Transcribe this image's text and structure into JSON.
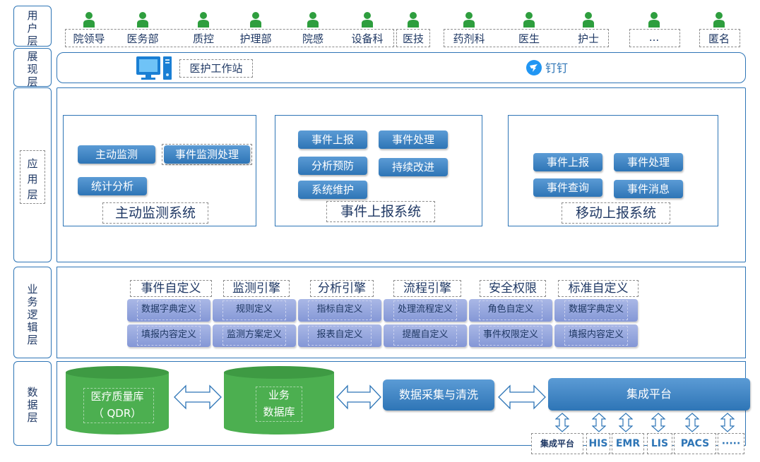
{
  "layers": {
    "user": [
      "用",
      "户",
      "层"
    ],
    "display": [
      "展",
      "现",
      "层"
    ],
    "application": [
      "应",
      "用",
      "层"
    ],
    "business": [
      "业",
      "务",
      "逻",
      "辑",
      "层"
    ],
    "data": [
      "数",
      "据",
      "层"
    ]
  },
  "users": [
    "院领导",
    "医务部",
    "质控",
    "护理部",
    "院感",
    "设备科",
    "医技",
    "药剂科",
    "医生",
    "护士",
    "...",
    "匿名"
  ],
  "display": {
    "workstation": "医护工作站",
    "dingtalk": "钉钉"
  },
  "applications": [
    {
      "name": "主动监测系统",
      "functions": [
        "主动监测",
        "事件监测处理",
        "统计分析"
      ]
    },
    {
      "name": "事件上报系统",
      "functions": [
        "事件上报",
        "事件处理",
        "分析预防",
        "持续改进",
        "系统维护"
      ]
    },
    {
      "name": "移动上报系统",
      "functions": [
        "事件上报",
        "事件处理",
        "事件查询",
        "事件消息"
      ]
    }
  ],
  "business_modules": [
    {
      "name": "事件自定义",
      "items": [
        "数据字典定义",
        "填报内容定义"
      ]
    },
    {
      "name": "监测引擎",
      "items": [
        "规则定义",
        "监测方案定义"
      ]
    },
    {
      "name": "分析引擎",
      "items": [
        "指标自定义",
        "报表自定义"
      ]
    },
    {
      "name": "流程引擎",
      "items": [
        "处理流程定义",
        "提醒自定义"
      ]
    },
    {
      "name": "安全权限",
      "items": [
        "角色自定义",
        "事件权限定义"
      ]
    },
    {
      "name": "标准自定义",
      "items": [
        "数据字典定义",
        "填报内容定义"
      ]
    }
  ],
  "data_layer": {
    "qdr_line1": "医疗质量库",
    "qdr_line2": "（ QDR）",
    "biz_line1": "业务",
    "biz_line2": "数据库",
    "collect": "数据采集与清洗",
    "integration": "集成平台",
    "source_systems": [
      "集成平台",
      "HIS",
      "EMR",
      "LIS",
      "PACS",
      "·····"
    ]
  },
  "colors": {
    "primary_blue": "#2e75b6",
    "button_blue": "#5b9bd5",
    "lavender": "#8ea0da",
    "db_green": "#4caf50",
    "user_green": "#2e9e3e"
  }
}
